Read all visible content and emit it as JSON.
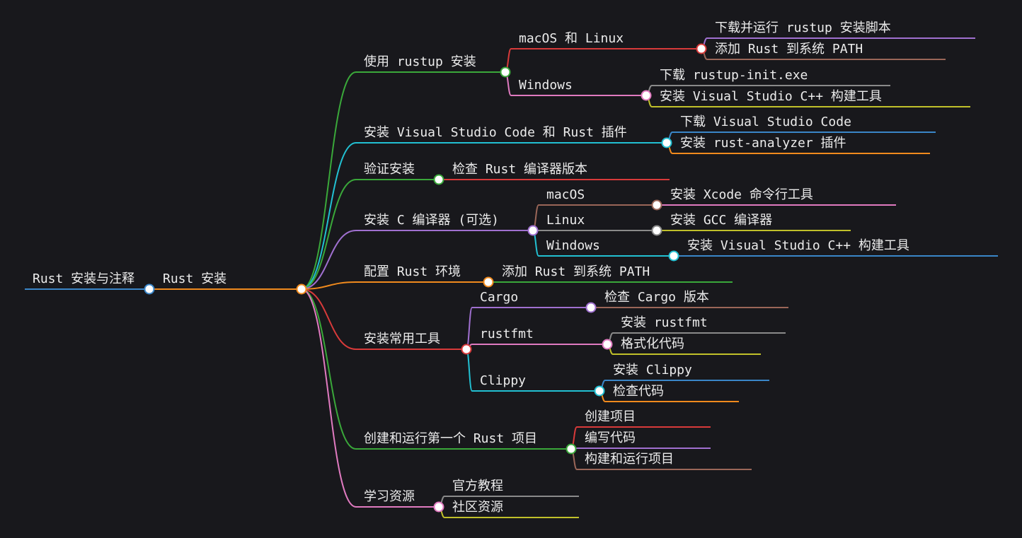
{
  "colors": {
    "background": "#18181c",
    "text": "#ececec",
    "node_fill": "#ffffff",
    "palette": {
      "blue": "#3a86c8",
      "orange": "#f08a1d",
      "green": "#3aa83a",
      "red": "#d83a3a",
      "pink": "#e07ac0",
      "cyan": "#22c0d2",
      "purple": "#a070d0",
      "brown": "#9a6658",
      "gray": "#8a8a8a",
      "olive": "#c0c02a"
    }
  },
  "mindmap": {
    "root": {
      "label": "Rust 安装与注释",
      "color": "blue"
    },
    "main": {
      "label": "Rust 安装",
      "color": "orange"
    },
    "branches": [
      {
        "label": "使用 rustup 安装",
        "color": "green",
        "children": [
          {
            "label": "macOS 和 Linux",
            "color": "red",
            "children": [
              {
                "label": "下载并运行 rustup 安装脚本",
                "color": "purple"
              },
              {
                "label": "添加 Rust 到系统 PATH",
                "color": "brown"
              }
            ]
          },
          {
            "label": "Windows",
            "color": "pink",
            "children": [
              {
                "label": "下载 rustup-init.exe",
                "color": "gray"
              },
              {
                "label": "安装 Visual Studio C++ 构建工具",
                "color": "olive"
              }
            ]
          }
        ]
      },
      {
        "label": "安装 Visual Studio Code 和 Rust 插件",
        "color": "cyan",
        "children": [
          {
            "label": "下载 Visual Studio Code",
            "color": "blue"
          },
          {
            "label": "安装 rust-analyzer 插件",
            "color": "orange"
          }
        ]
      },
      {
        "label": "验证安装",
        "color": "green",
        "children": [
          {
            "label": "检查 Rust 编译器版本",
            "color": "red"
          }
        ]
      },
      {
        "label": "安装 C 编译器 (可选)",
        "color": "purple",
        "children": [
          {
            "label": "macOS",
            "color": "brown",
            "children": [
              {
                "label": "安装 Xcode 命令行工具",
                "color": "pink"
              }
            ]
          },
          {
            "label": "Linux",
            "color": "gray",
            "children": [
              {
                "label": "安装 GCC 编译器",
                "color": "olive"
              }
            ]
          },
          {
            "label": "Windows",
            "color": "cyan",
            "children": [
              {
                "label": "安装 Visual Studio C++ 构建工具",
                "color": "blue"
              }
            ]
          }
        ]
      },
      {
        "label": "配置 Rust 环境",
        "color": "orange",
        "children": [
          {
            "label": "添加 Rust 到系统 PATH",
            "color": "green"
          }
        ]
      },
      {
        "label": "安装常用工具",
        "color": "red",
        "children": [
          {
            "label": "Cargo",
            "color": "purple",
            "children": [
              {
                "label": "检查 Cargo 版本",
                "color": "brown"
              }
            ]
          },
          {
            "label": "rustfmt",
            "color": "pink",
            "children": [
              {
                "label": "安装 rustfmt",
                "color": "gray"
              },
              {
                "label": "格式化代码",
                "color": "olive"
              }
            ]
          },
          {
            "label": "Clippy",
            "color": "cyan",
            "children": [
              {
                "label": "安装 Clippy",
                "color": "blue"
              },
              {
                "label": "检查代码",
                "color": "orange"
              }
            ]
          }
        ]
      },
      {
        "label": "创建和运行第一个 Rust 项目",
        "color": "green",
        "children": [
          {
            "label": "创建项目",
            "color": "red"
          },
          {
            "label": "编写代码",
            "color": "purple"
          },
          {
            "label": "构建和运行项目",
            "color": "brown"
          }
        ]
      },
      {
        "label": "学习资源",
        "color": "pink",
        "children": [
          {
            "label": "官方教程",
            "color": "gray"
          },
          {
            "label": "社区资源",
            "color": "olive"
          }
        ]
      }
    ]
  }
}
